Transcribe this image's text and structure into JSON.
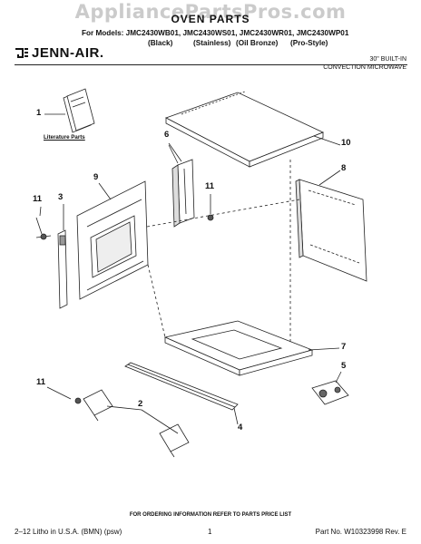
{
  "watermark": "AppliancePartsPros.com",
  "header": {
    "title": "OVEN PARTS",
    "models": "For Models: JMC2430WB01, JMC2430WS01, JMC2430WR01, JMC2430WP01",
    "variants": [
      "(Black)",
      "(Stainless)",
      "(Oil Bronze)",
      "(Pro-Style)"
    ],
    "brand": "JENN-AIR.",
    "subtitle_line1": "30\" BUILT-IN",
    "subtitle_line2": "CONVECTION MICROWAVE"
  },
  "callouts": {
    "c1": "1",
    "c2": "2",
    "c3": "3",
    "c4": "4",
    "c5": "5",
    "c6": "6",
    "c7": "7",
    "c8": "8",
    "c9": "9",
    "c10": "10",
    "c11a": "11",
    "c11b": "11",
    "c11c": "11"
  },
  "literature_label": "Literature Parts",
  "footer": {
    "note": "FOR ORDERING INFORMATION REFER TO PARTS PRICE LIST",
    "left": "2–12 Litho in U.S.A. (BMN) (psw)",
    "page": "1",
    "part_no": "Part No. W10323998 Rev. E"
  }
}
